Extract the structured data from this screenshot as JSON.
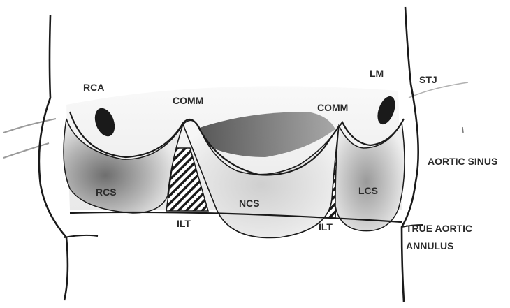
{
  "labels": {
    "rca": "RCA",
    "lm": "LM",
    "stj": "STJ",
    "comm_left": "COMM",
    "comm_right": "COMM",
    "aortic_sinus": "AORTIC SINUS",
    "rcs": "RCS",
    "ncs": "NCS",
    "lcs": "LCS",
    "ilt_left": "ILT",
    "ilt_right": "ILT",
    "true_aortic_annulus_line1": "TRUE AORTIC",
    "true_aortic_annulus_line2": "ANNULUS"
  },
  "colors": {
    "ink": "#1a1a1a",
    "shade": "#8a8a8a",
    "light": "#dcdcdc",
    "paper": "#ffffff"
  }
}
